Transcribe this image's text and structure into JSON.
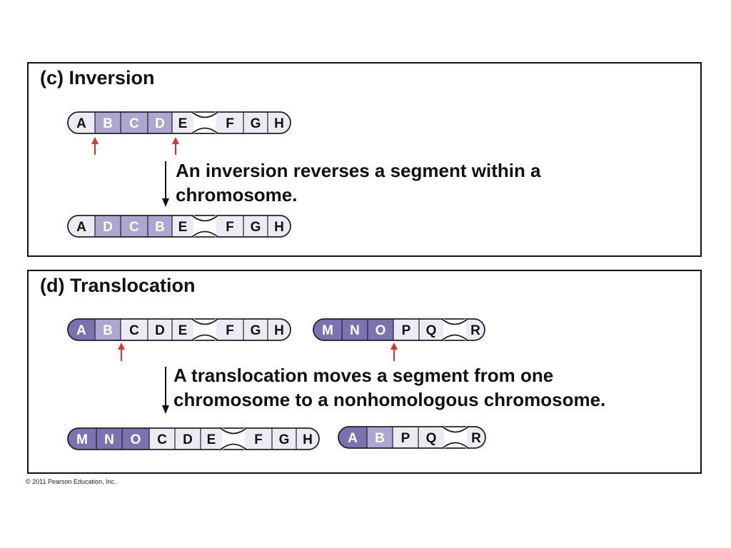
{
  "inversion": {
    "title": "(c) Inversion",
    "caption_line1": "An inversion reverses a segment within a",
    "caption_line2": "chromosome.",
    "before": [
      "A",
      "B",
      "C",
      "D",
      "E",
      "F",
      "G",
      "H"
    ],
    "after": [
      "A",
      "D",
      "C",
      "B",
      "E",
      "F",
      "G",
      "H"
    ]
  },
  "translocation": {
    "title": "(d) Translocation",
    "caption_line1": "A translocation moves a segment from one",
    "caption_line2": "chromosome to a nonhomologous chromosome.",
    "before1": [
      "A",
      "B",
      "C",
      "D",
      "E",
      "F",
      "G",
      "H"
    ],
    "before2": [
      "M",
      "N",
      "O",
      "P",
      "Q",
      "R"
    ],
    "after1": [
      "M",
      "N",
      "O",
      "C",
      "D",
      "E",
      "F",
      "G",
      "H"
    ],
    "after2": [
      "A",
      "B",
      "P",
      "Q",
      "R"
    ]
  },
  "copyright": "© 2011 Pearson Education, Inc.",
  "colors": {
    "segment_dark": "#7b72b0",
    "segment_light": "#aea6d2",
    "segment_plain": "#ecebf3",
    "outline": "#222222",
    "break_arrow": "#e03030"
  }
}
